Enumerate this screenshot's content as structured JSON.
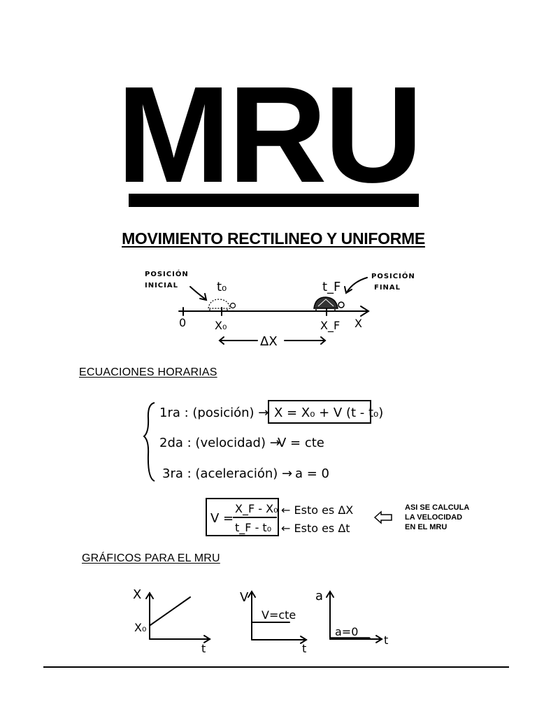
{
  "title": "MRU",
  "subtitle": "MOVIMIENTO RECTILINEO Y UNIFORME",
  "diagram": {
    "initial_label_line1": "POSICIÓN",
    "initial_label_line2": "INICIAL",
    "final_label_line1": "POSICIÓN",
    "final_label_line2": "FINAL",
    "t0": "t₀",
    "tf": "t_F",
    "origin": "0",
    "x0": "X₀",
    "xf": "X_F",
    "axis": "X",
    "delta": "ΔX"
  },
  "equations": {
    "heading": "ECUACIONES HORARIAS",
    "first_label": "1ra : (posición) →",
    "first_formula": "X = X₀ + V (t - t₀)",
    "second_label": "2da : (velocidad) →",
    "second_formula": "V = cte",
    "third_label": "3ra : (aceleración) →",
    "third_formula": "a = 0",
    "velocity_lhs": "V =",
    "velocity_num": "X_F - X₀",
    "velocity_den": "t_F - t₀",
    "note_num": "← Esto es ΔX",
    "note_den": "← Esto es Δt",
    "callout_line1": "ASI SE CALCULA",
    "callout_line2": "LA VELOCIDAD",
    "callout_line3": "EN EL MRU"
  },
  "graphs": {
    "heading": "GRÁFICOS PARA EL MRU",
    "g1_y": "X",
    "g1_x": "t",
    "g1_intercept": "X₀",
    "g2_y": "V",
    "g2_x": "t",
    "g2_line": "V=cte",
    "g3_y": "a",
    "g3_x": "t",
    "g3_line": "a=0"
  }
}
